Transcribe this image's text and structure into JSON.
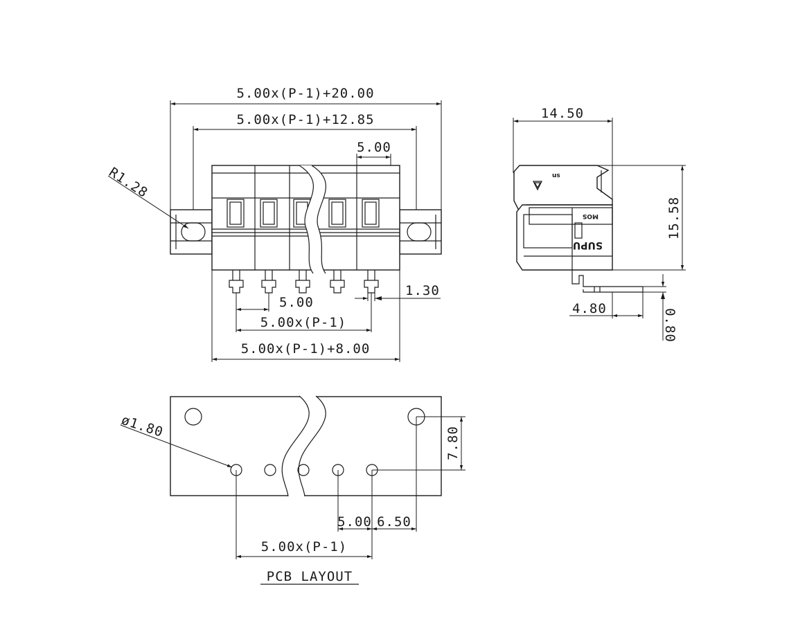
{
  "front_view": {
    "overall_width": "5.00x(P-1)+20.00",
    "flange_width": "5.00x(P-1)+12.85",
    "pitch_top": "5.00",
    "radius": "R1.28",
    "pin_pitch": "5.00",
    "pin_width": "1.30",
    "pin_span": "5.00x(P-1)",
    "body_width": "5.00x(P-1)+8.00"
  },
  "side_view": {
    "depth": "14.50",
    "height": "15.58",
    "pin_offset": "4.80",
    "pin_thickness": "0.80",
    "marking_model": "SUPU",
    "marking_code": "MOS",
    "cert_mark": "us"
  },
  "pcb_layout": {
    "hole_diameter": "ø1.80",
    "row_offset": "7.80",
    "pitch": "5.00",
    "edge_offset": "6.50",
    "span": "5.00x(P-1)",
    "label": "PCB LAYOUT"
  }
}
